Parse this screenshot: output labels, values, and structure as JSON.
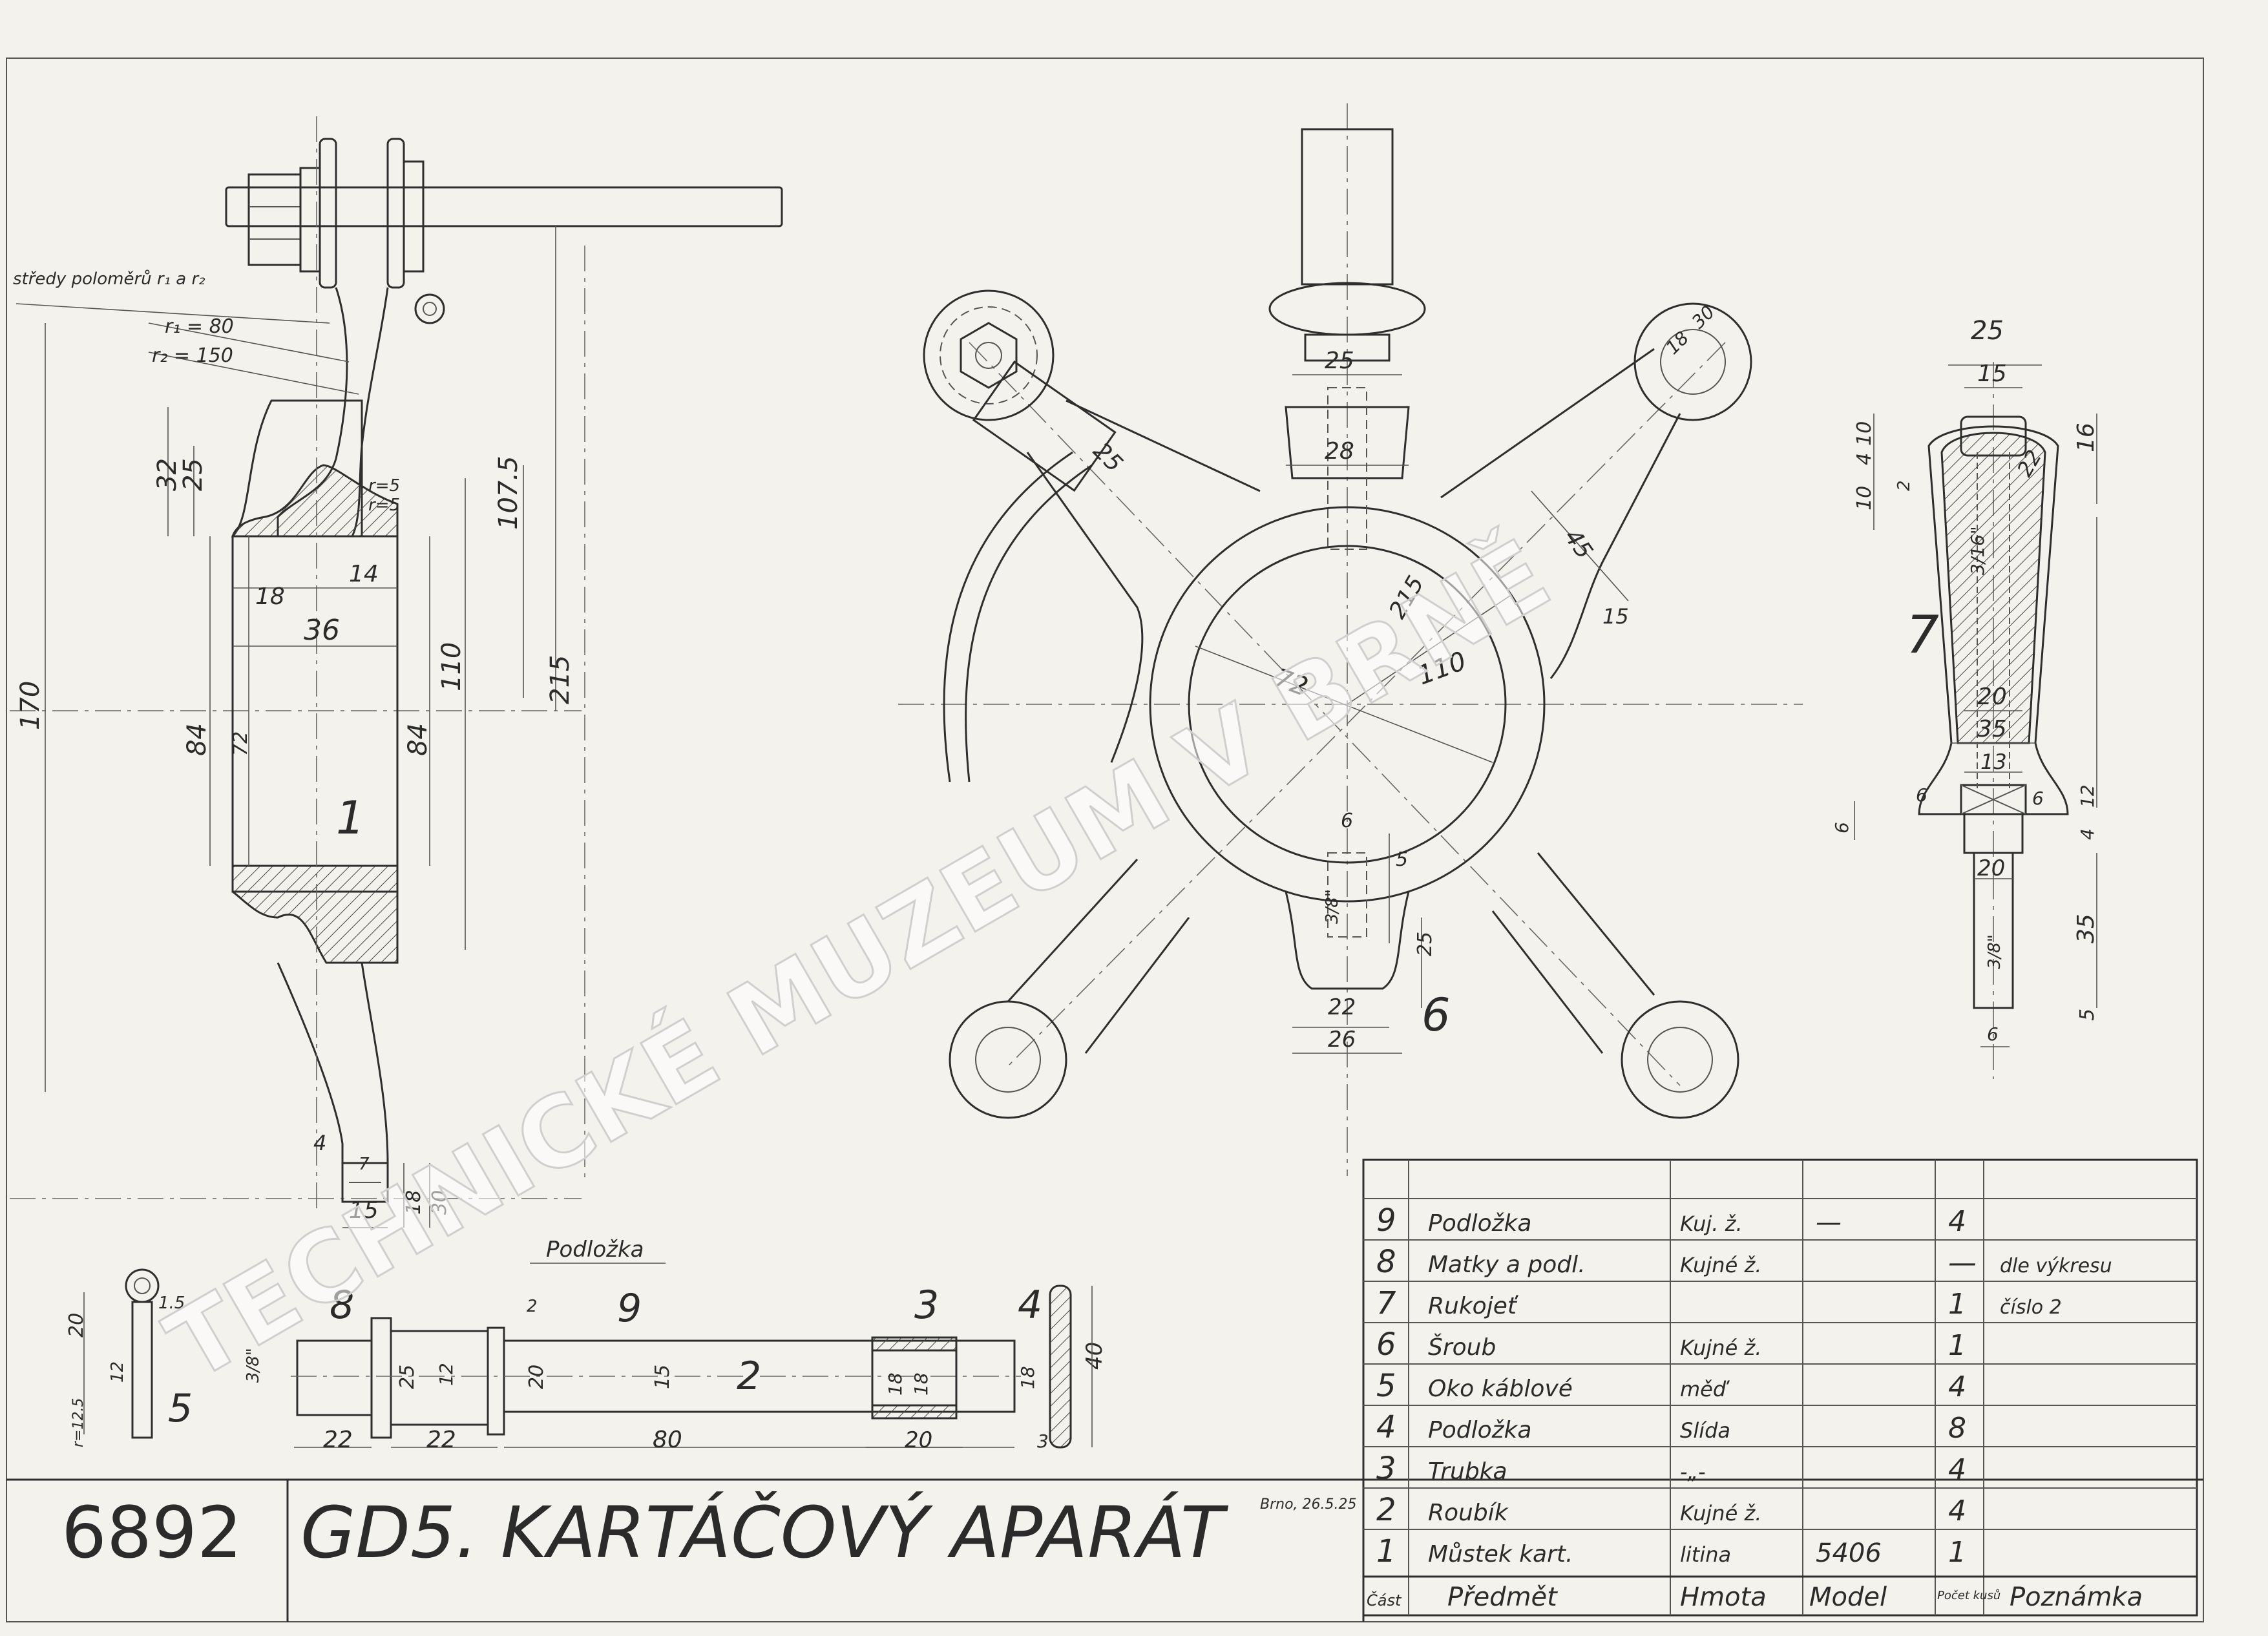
{
  "title_block": {
    "drawing_number": "6892",
    "title": "GD5.  KARTÁČOVÝ APARÁT",
    "signature": "Brno, 26.5.25"
  },
  "watermark": "TECHNICKÉ MUZEUM V BRNĚ",
  "annotations": {
    "centers_note": "středy poloměrů r₁ a r₂",
    "r1": "r₁ = 80",
    "r2": "r₂ = 150",
    "podlozka_label": "Podložka",
    "r5a": "r=5",
    "r5b": "r=5",
    "r12": "r=12.5",
    "deg15": "15°"
  },
  "part_numbers": {
    "p1": "1",
    "p2": "2",
    "p3": "3",
    "p4": "4",
    "p5": "5",
    "p6": "6",
    "p7": "7",
    "p8": "8",
    "p9": "9"
  },
  "dimensions": {
    "d170": "170",
    "d32": "32",
    "d25a": "25",
    "d107": "107.5",
    "d215a": "215",
    "d18a": "18",
    "d14": "14",
    "d36": "36",
    "d84a": "84",
    "d72": "72",
    "d84b": "84",
    "d110a": "110",
    "d4": "4",
    "d15a": "15",
    "d18b": "18",
    "d30a": "30",
    "d7": "7",
    "d25b": "25",
    "d28": "28",
    "d25c": "25",
    "d45": "45",
    "d215b": "215",
    "d72b": "72",
    "d110b": "110",
    "d15deg": "15",
    "d18c": "18",
    "d30b": "30",
    "d6a": "6",
    "d5a": "5",
    "d38a": "3/8\"",
    "d25d": "25",
    "d22a": "22",
    "d26": "26",
    "d25e": "25",
    "d15b": "15",
    "d16": "16",
    "d10a": "10",
    "d4a": "4",
    "d10b": "10",
    "d2": "2",
    "d22b": "22",
    "d316": "3/16\"",
    "d20a": "20",
    "d35a": "35",
    "d13": "13",
    "d6b": "6",
    "d6c": "6",
    "d12": "12",
    "d4b": "4",
    "d20b": "20",
    "d35b": "35",
    "d38b": "3/8\"",
    "d5b": "5",
    "d6d": "6",
    "d20c": "20",
    "d1_5": "1.5",
    "d12b": "12",
    "d38c": "3/8\"",
    "d25f": "25",
    "d12c": "12",
    "d20d": "20",
    "d15c": "15",
    "d22c": "22",
    "d22d": "22",
    "d2b": "2",
    "d80": "80",
    "d18d": "18",
    "d20e": "20",
    "d18e": "18",
    "d40": "40",
    "d3": "3"
  },
  "parts_list": {
    "headers": [
      "Část",
      "Předmět",
      "Hmota",
      "Model",
      "Počet kusů",
      "Poznámka"
    ],
    "rows": [
      [
        "9",
        "Podložka",
        "Kuj. ž.",
        "—",
        "4",
        ""
      ],
      [
        "8",
        "Matky a podl.",
        "Kujné ž.",
        "",
        "—",
        "dle výkresu"
      ],
      [
        "7",
        "Rukojeť",
        "",
        "",
        "1",
        "číslo 2"
      ],
      [
        "6",
        "Šroub",
        "Kujné ž.",
        "",
        "1",
        ""
      ],
      [
        "5",
        "Oko káblové",
        "měď",
        "",
        "4",
        ""
      ],
      [
        "4",
        "Podložka",
        "Slída",
        "",
        "8",
        ""
      ],
      [
        "3",
        "Trubka",
        "-„-",
        "",
        "4",
        ""
      ],
      [
        "2",
        "Roubík",
        "Kujné ž.",
        "",
        "4",
        ""
      ],
      [
        "1",
        "Můstek kart.",
        "litina",
        "5406",
        "1",
        ""
      ]
    ]
  }
}
